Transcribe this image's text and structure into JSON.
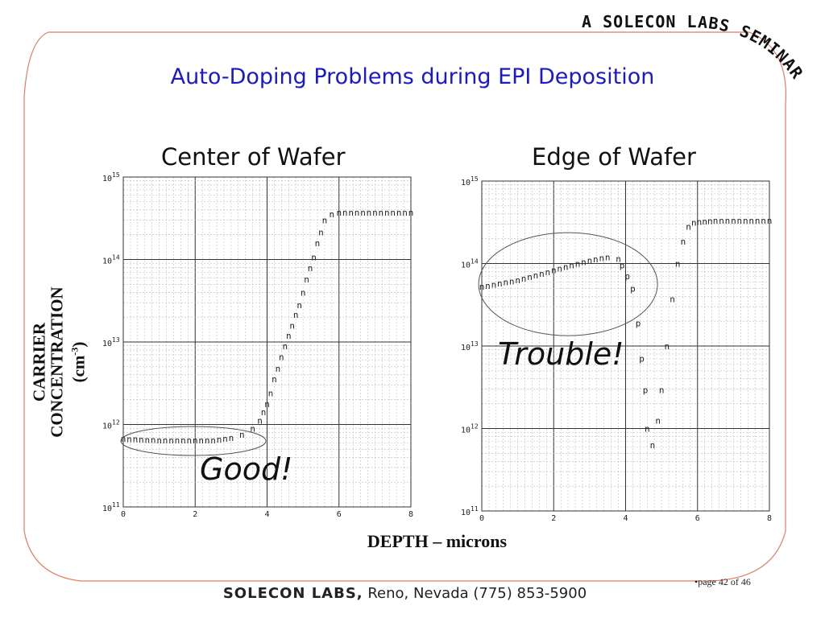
{
  "banner": {
    "text": "A SOLECON LABS SEMINAR"
  },
  "slide": {
    "title": "Auto-Doping Problems during EPI Deposition"
  },
  "y_axis_label": {
    "line1": "CARRIER",
    "line2": "CONCENTRATION",
    "line3": "(cm",
    "line3_sup": "-3",
    "line3_end": ")"
  },
  "x_axis_label": "DEPTH – microns",
  "callouts": {
    "good": "Good!",
    "trouble": "Trouble!"
  },
  "footer": {
    "company": "SOLECON LABS,",
    "details": " Reno, Nevada (775) 853-5900"
  },
  "page_number": "•page 42 of 46",
  "chart_data": [
    {
      "type": "scatter",
      "title": "Center of Wafer",
      "x_ticks": [
        "0",
        "2",
        "4",
        "6",
        "8"
      ],
      "y_ticks": [
        "10",
        "10",
        "10",
        "10",
        "10"
      ],
      "y_tick_exponents": [
        "15",
        "14",
        "13",
        "12",
        "11"
      ],
      "xlim": [
        0,
        8
      ],
      "ylim_log10": [
        11,
        15
      ],
      "y_scale": "log",
      "grid": true,
      "series": [
        {
          "marker": "n",
          "points": [
            [
              0.0,
              11.83
            ],
            [
              0.5,
              11.82
            ],
            [
              1.0,
              11.81
            ],
            [
              1.5,
              11.81
            ],
            [
              2.0,
              11.81
            ],
            [
              2.5,
              11.81
            ],
            [
              3.0,
              11.84
            ],
            [
              3.3,
              11.88
            ],
            [
              3.6,
              11.95
            ],
            [
              3.8,
              12.05
            ],
            [
              3.9,
              12.15
            ],
            [
              4.0,
              12.25
            ],
            [
              4.1,
              12.38
            ],
            [
              4.2,
              12.55
            ],
            [
              4.3,
              12.68
            ],
            [
              4.4,
              12.82
            ],
            [
              4.5,
              12.95
            ],
            [
              4.6,
              13.08
            ],
            [
              4.7,
              13.2
            ],
            [
              4.8,
              13.33
            ],
            [
              4.9,
              13.45
            ],
            [
              5.0,
              13.6
            ],
            [
              5.1,
              13.76
            ],
            [
              5.2,
              13.9
            ],
            [
              5.3,
              14.03
            ],
            [
              5.4,
              14.2
            ],
            [
              5.5,
              14.33
            ],
            [
              5.6,
              14.48
            ],
            [
              5.8,
              14.55
            ],
            [
              6.0,
              14.57
            ],
            [
              6.5,
              14.57
            ],
            [
              7.0,
              14.57
            ],
            [
              7.5,
              14.57
            ],
            [
              8.0,
              14.57
            ]
          ]
        }
      ]
    },
    {
      "type": "scatter",
      "title": "Edge of Wafer",
      "x_ticks": [
        "0",
        "2",
        "4",
        "6",
        "8"
      ],
      "y_ticks": [
        "10",
        "10",
        "10",
        "10",
        "10"
      ],
      "y_tick_exponents": [
        "15",
        "14",
        "13",
        "12",
        "11"
      ],
      "xlim": [
        0,
        8
      ],
      "ylim_log10": [
        11,
        15
      ],
      "y_scale": "log",
      "grid": true,
      "series": [
        {
          "marker": "n",
          "points": [
            [
              0.0,
              13.72
            ],
            [
              0.5,
              13.76
            ],
            [
              1.0,
              13.8
            ],
            [
              1.5,
              13.86
            ],
            [
              2.0,
              13.92
            ],
            [
              2.5,
              13.98
            ],
            [
              3.0,
              14.04
            ],
            [
              3.5,
              14.08
            ],
            [
              3.8,
              14.06
            ]
          ]
        },
        {
          "marker": "p",
          "points": [
            [
              3.9,
              13.98
            ],
            [
              4.05,
              13.85
            ],
            [
              4.2,
              13.7
            ],
            [
              4.35,
              13.28
            ],
            [
              4.45,
              12.85
            ],
            [
              4.55,
              12.47
            ]
          ]
        },
        {
          "marker": "n",
          "points": [
            [
              4.6,
              12.0
            ],
            [
              4.75,
              11.8
            ],
            [
              4.9,
              12.1
            ],
            [
              5.0,
              12.47
            ],
            [
              5.15,
              13.0
            ],
            [
              5.3,
              13.57
            ],
            [
              5.45,
              14.0
            ],
            [
              5.6,
              14.27
            ],
            [
              5.75,
              14.45
            ],
            [
              5.9,
              14.5
            ],
            [
              6.5,
              14.52
            ],
            [
              7.0,
              14.52
            ],
            [
              7.5,
              14.52
            ],
            [
              8.0,
              14.52
            ]
          ]
        }
      ]
    }
  ]
}
